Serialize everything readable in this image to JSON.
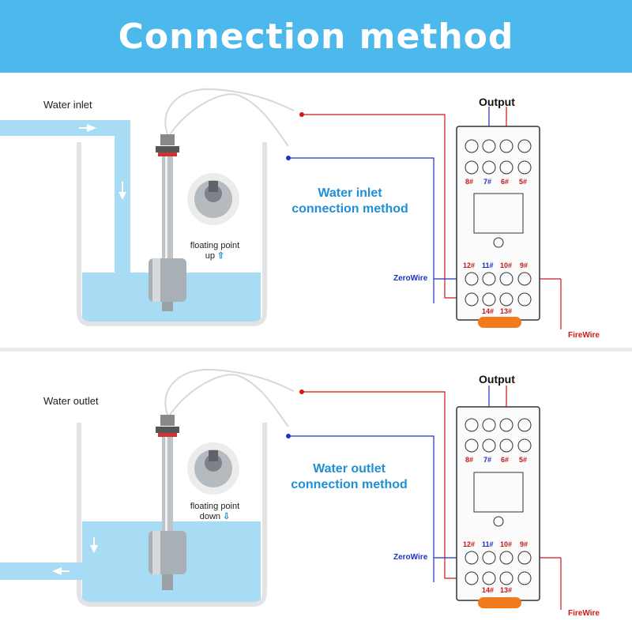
{
  "title": "Connection method",
  "panels": [
    {
      "side_label": "Water inlet",
      "method": [
        "Water inlet",
        "connection method"
      ],
      "float_caption": "floating point",
      "float_direction": "up",
      "float_arrow": "arrow-up-icon",
      "output_label": "Output",
      "zero_label": "ZeroWire",
      "fire_label": "FireWire",
      "pins": [
        "8#",
        "7#",
        "6#",
        "5#",
        "12#",
        "11#",
        "10#",
        "9#",
        "14#",
        "13#"
      ]
    },
    {
      "side_label": "Water outlet",
      "method": [
        "Water outlet",
        "connection method"
      ],
      "float_caption": "floating point",
      "float_direction": "down",
      "float_arrow": "arrow-down-icon",
      "output_label": "Output",
      "zero_label": "ZeroWire",
      "fire_label": "FireWire",
      "pins": [
        "8#",
        "7#",
        "6#",
        "5#",
        "12#",
        "11#",
        "10#",
        "9#",
        "14#",
        "13#"
      ]
    }
  ],
  "colors": {
    "banner": "#4db8ec",
    "water": "#a8dcf5",
    "fire_wire": "#d01818",
    "zero_wire": "#2030c0",
    "accent_text": "#1f8fd6",
    "relay_base": "#f07a1c"
  }
}
